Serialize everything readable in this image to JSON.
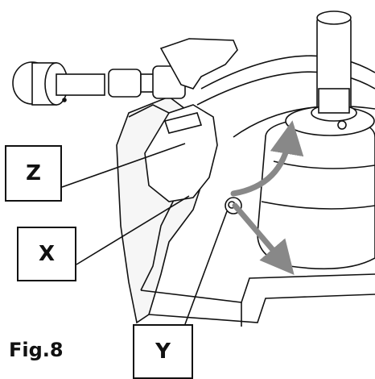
{
  "figure": {
    "caption": "Fig.8",
    "labels": {
      "z": "Z",
      "x": "X",
      "y": "Y"
    },
    "colors": {
      "line": "#111111",
      "arrow": "#888888",
      "background": "#ffffff"
    }
  }
}
